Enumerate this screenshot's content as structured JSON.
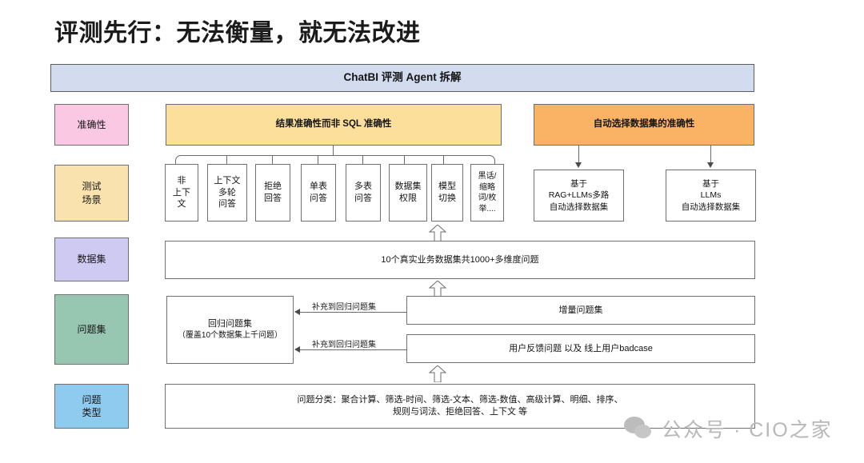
{
  "page": {
    "title": "评测先行：无法衡量，就无法改进"
  },
  "header": {
    "label": "ChatBI 评测 Agent 拆解"
  },
  "lanes": [
    {
      "key": "accuracy",
      "label": "准确性",
      "color": "#fac8e3"
    },
    {
      "key": "test_scenario",
      "label": "测试\n场景",
      "label_line1": "测试",
      "label_line2": "场景",
      "color": "#fae2ae"
    },
    {
      "key": "dataset",
      "label": "数据集",
      "color": "#cfcaf2"
    },
    {
      "key": "question_set",
      "label": "问题集",
      "color": "#97c7b0"
    },
    {
      "key": "question_type",
      "label": "问题\n类型",
      "label_line1": "问题",
      "label_line2": "类型",
      "color": "#8ecbef"
    }
  ],
  "accuracy_row": {
    "left_band": "结果准确性而非 SQL 准确性",
    "right_band": "自动选择数据集的准确性"
  },
  "scenarios": [
    {
      "l1": "非",
      "l2": "上下文",
      "l3": "",
      "l4": ""
    },
    {
      "l1": "上下文",
      "l2": "多轮",
      "l3": "问答",
      "l4": ""
    },
    {
      "l1": "拒绝",
      "l2": "回答",
      "l3": "",
      "l4": ""
    },
    {
      "l1": "单表",
      "l2": "问答",
      "l3": "",
      "l4": ""
    },
    {
      "l1": "多表",
      "l2": "问答",
      "l3": "",
      "l4": ""
    },
    {
      "l1": "数据集",
      "l2": "权限",
      "l3": "",
      "l4": ""
    },
    {
      "l1": "模型",
      "l2": "切换",
      "l3": "",
      "l4": ""
    },
    {
      "l1": "黑话/",
      "l2": "缩略",
      "l3": "词/枚",
      "l4": "举...."
    }
  ],
  "auto_select_boxes": [
    {
      "l1": "基于",
      "l2": "RAG+LLMs多路",
      "l3": "自动选择数据集"
    },
    {
      "l1": "基于",
      "l2": "LLMs",
      "l3": "自动选择数据集"
    }
  ],
  "dataset_row": {
    "label": "10个真实业务数据集共1000+多维度问题"
  },
  "question_set_row": {
    "regression_l1": "回归问题集",
    "regression_l2": "（覆盖10个数据集上千问题）",
    "incremental": "增量问题集",
    "feedback": "用户反馈问题 以及 线上用户badcase",
    "edge_label_top": "补充到回归问题集",
    "edge_label_bottom": "补充到回归问题集"
  },
  "question_type_row": {
    "line1": "问题分类：聚合计算、筛选-时间、筛选-文本、筛选-数值、高级计算、明细、排序、",
    "line2": "规则与词法、拒绝回答、上下文 等"
  },
  "watermark": {
    "text": "公众号 · CIO之家"
  }
}
